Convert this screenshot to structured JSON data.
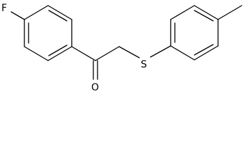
{
  "molecule": {
    "atoms": {
      "fluorine": "F",
      "oxygen": "O",
      "sulfur": "S"
    }
  },
  "colors": {
    "bond": "#000000",
    "background": "#ffffff"
  }
}
